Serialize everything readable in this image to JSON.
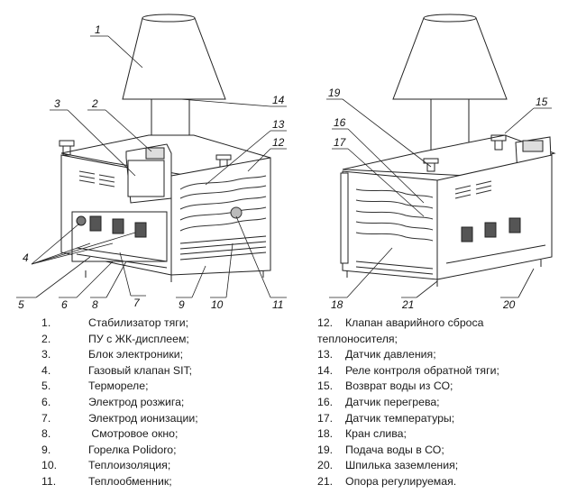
{
  "callouts_left": [
    "1",
    "3",
    "2",
    "14",
    "13",
    "12",
    "4",
    "5",
    "6",
    "8",
    "7",
    "9",
    "10",
    "11"
  ],
  "callouts_right": [
    "19",
    "15",
    "16",
    "17",
    "18",
    "21",
    "20"
  ],
  "legend_left": [
    {
      "num": "1.",
      "text": "Стабилизатор тяги;"
    },
    {
      "num": "2.",
      "text": "ПУ с ЖК-дисплеем;"
    },
    {
      "num": "3.",
      "text": "Блок электроники;"
    },
    {
      "num": "4.",
      "text": "Газовый клапан SIT;"
    },
    {
      "num": "5.",
      "text": "Термореле;"
    },
    {
      "num": "6.",
      "text": "Электрод розжига;"
    },
    {
      "num": "7.",
      "text": "Электрод ионизации;"
    },
    {
      "num": "8.",
      "text": " Смотровое окно;"
    },
    {
      "num": "9.",
      "text": "Горелка Polidoro;"
    },
    {
      "num": "10.",
      "text": "Теплоизоляция;"
    },
    {
      "num": "11.",
      "text": "Теплообменник;"
    }
  ],
  "legend_right": [
    {
      "num": "12.",
      "text": "Клапан аварийного сброса",
      "cont": "теплоносителя;"
    },
    {
      "num": "13.",
      "text": "Датчик давления;"
    },
    {
      "num": "14.",
      "text": "Реле контроля обратной тяги;"
    },
    {
      "num": "15.",
      "text": "Возврат воды из СО;"
    },
    {
      "num": "16.",
      "text": "Датчик перегрева;"
    },
    {
      "num": "17.",
      "text": "Датчик температуры;"
    },
    {
      "num": "18.",
      "text": "Кран слива;"
    },
    {
      "num": "19.",
      "text": "Подача воды в СО;"
    },
    {
      "num": "20.",
      "text": "Шпилька заземления;"
    },
    {
      "num": "21.",
      "text": "Опора регулируемая."
    }
  ]
}
